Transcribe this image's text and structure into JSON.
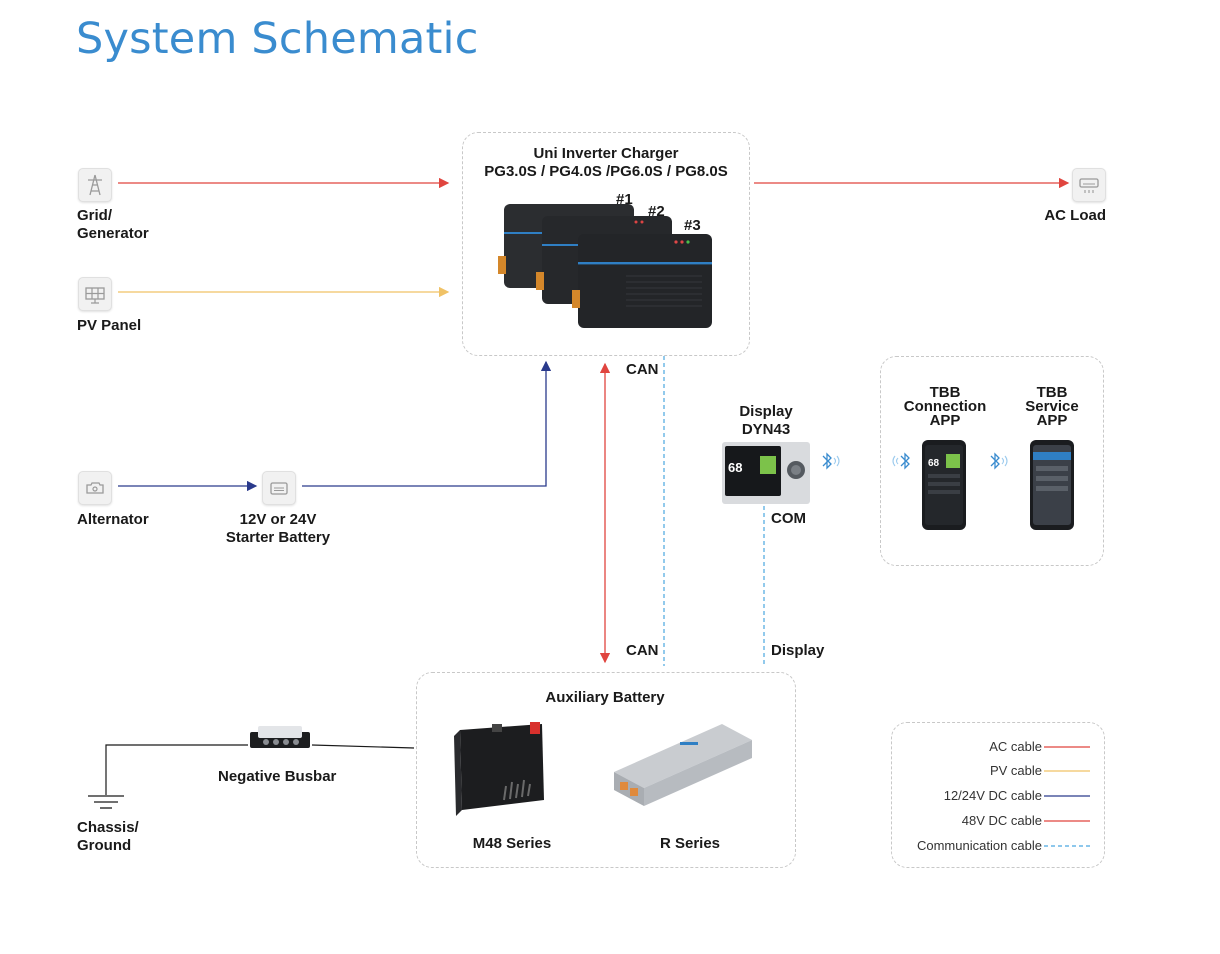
{
  "title": "System Schematic",
  "inverter": {
    "name": "Uni Inverter Charger",
    "models": "PG3.0S / PG4.0S /PG6.0S / PG8.0S",
    "unit_tags": [
      "#1",
      "#2",
      "#3"
    ]
  },
  "sources": {
    "grid": "Grid/\nGenerator",
    "pv": "PV Panel",
    "alternator": "Alternator",
    "starter": "12V or 24V\nStarter Battery"
  },
  "ac_load": "AC Load",
  "display": {
    "name": "Display\nDYN43",
    "screen_value": "68"
  },
  "apps": {
    "connection": "TBB\nConnection\nAPP",
    "service": "TBB\nService\nAPP",
    "phone_value": "68"
  },
  "connections": {
    "can_top": "CAN",
    "can_bottom": "CAN",
    "com": "COM",
    "display": "Display"
  },
  "aux": {
    "title": "Auxiliary Battery",
    "m48": "M48 Series",
    "r": "R Series"
  },
  "busbar": "Negative Busbar",
  "chassis": "Chassis/\nGround",
  "legend": [
    {
      "label": "AC cable",
      "color": "#e0453f",
      "style": "solid"
    },
    {
      "label": "PV cable",
      "color": "#f0c266",
      "style": "solid"
    },
    {
      "label": "12/24V DC cable",
      "color": "#2a3a8c",
      "style": "solid"
    },
    {
      "label": "48V DC cable",
      "color": "#e0453f",
      "style": "solid"
    },
    {
      "label": "Communication cable",
      "color": "#4aa6e0",
      "style": "dashed"
    }
  ]
}
